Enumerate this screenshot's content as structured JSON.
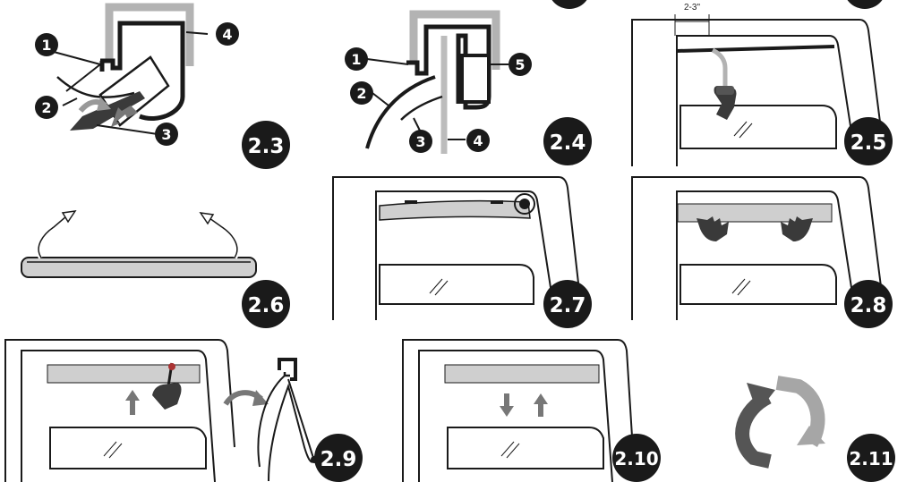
{
  "steps": {
    "s23": {
      "label": "2.3",
      "callouts": [
        "1",
        "2",
        "3",
        "4"
      ]
    },
    "s24": {
      "label": "2.4",
      "callouts": [
        "1",
        "2",
        "3",
        "4",
        "5"
      ]
    },
    "s25": {
      "label": "2.5",
      "measure": "2-3\""
    },
    "s26": {
      "label": "2.6"
    },
    "s27": {
      "label": "2.7"
    },
    "s28": {
      "label": "2.8"
    },
    "s29": {
      "label": "2.9"
    },
    "s210": {
      "label": "2.10"
    },
    "s211": {
      "label": "2.11"
    }
  },
  "colors": {
    "ink": "#1a1a1a",
    "seal_gray": "#b3b3b3",
    "light_gray": "#cfcfcf",
    "arrow_dark": "#555555",
    "arrow_light": "#a6a6a6",
    "icon_gray": "#808080"
  }
}
